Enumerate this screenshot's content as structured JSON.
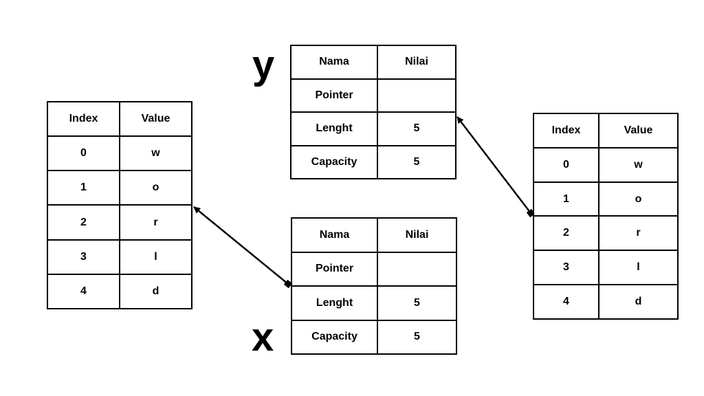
{
  "colors": {
    "background": "#ffffff",
    "line": "#000000",
    "text": "#000000"
  },
  "tables": {
    "left_array": {
      "headers": [
        "Index",
        "Value"
      ],
      "rows": [
        [
          "0",
          "w"
        ],
        [
          "1",
          "o"
        ],
        [
          "2",
          "r"
        ],
        [
          "3",
          "l"
        ],
        [
          "4",
          "d"
        ]
      ]
    },
    "right_array": {
      "headers": [
        "Index",
        "Value"
      ],
      "rows": [
        [
          "0",
          "w"
        ],
        [
          "1",
          "o"
        ],
        [
          "2",
          "r"
        ],
        [
          "3",
          "l"
        ],
        [
          "4",
          "d"
        ]
      ]
    },
    "slice_y": {
      "label": "y",
      "headers": [
        "Nama",
        "Nilai"
      ],
      "rows": [
        [
          "Pointer",
          ""
        ],
        [
          "Lenght",
          "5"
        ],
        [
          "Capacity",
          "5"
        ]
      ]
    },
    "slice_x": {
      "label": "x",
      "headers": [
        "Nama",
        "Nilai"
      ],
      "rows": [
        [
          "Pointer",
          ""
        ],
        [
          "Lenght",
          "5"
        ],
        [
          "Capacity",
          "5"
        ]
      ]
    }
  },
  "arrows": [
    {
      "tail": "slice_x_left_edge",
      "head": "left_array_right_edge"
    },
    {
      "tail": "right_array_left_edge",
      "head": "slice_y_right_edge"
    }
  ]
}
